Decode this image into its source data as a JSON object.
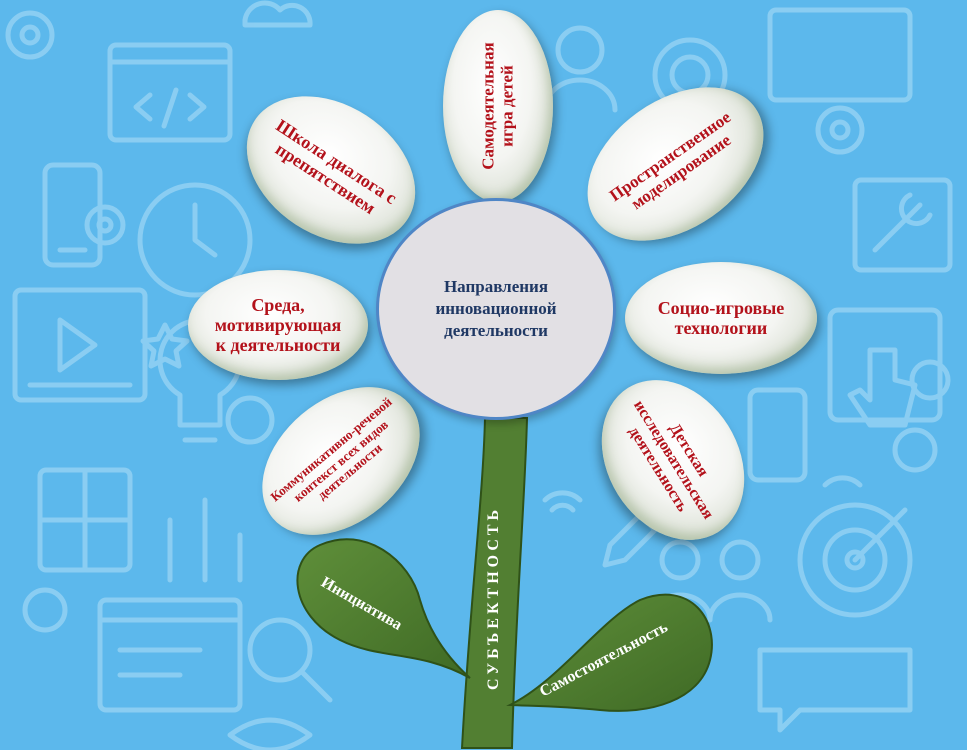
{
  "center": {
    "label": "Направления\nинновационной\nдеятельности"
  },
  "petals": [
    {
      "label": "Самодеятельная\nигра  детей"
    },
    {
      "label": "Пространственное\nмоделирование"
    },
    {
      "label": "Социо-игровые\nтехнологии"
    },
    {
      "label": "Детская\nисследовательская\nдеятельность"
    },
    {
      "label": "Коммуникативно-речевой\nконтекст всех видов\nдеятельности"
    },
    {
      "label": "Среда,\nмотивирующая\nк деятельности"
    },
    {
      "label": "Школа диалога с\nпрепятствием"
    }
  ],
  "stem": {
    "label": "СУБЪЕКТНОСТЬ"
  },
  "leaves": [
    {
      "label": "Инициатива"
    },
    {
      "label": "Самостоятельность"
    }
  ],
  "colors": {
    "background": "#5cb8ec",
    "pattern": "#8fd0f3",
    "petal_text": "#b3121b",
    "center_text": "#1f3864",
    "center_border": "#4f86c6",
    "leaf_fill": "#4e7d2e",
    "leaf_text": "#ffffff"
  }
}
